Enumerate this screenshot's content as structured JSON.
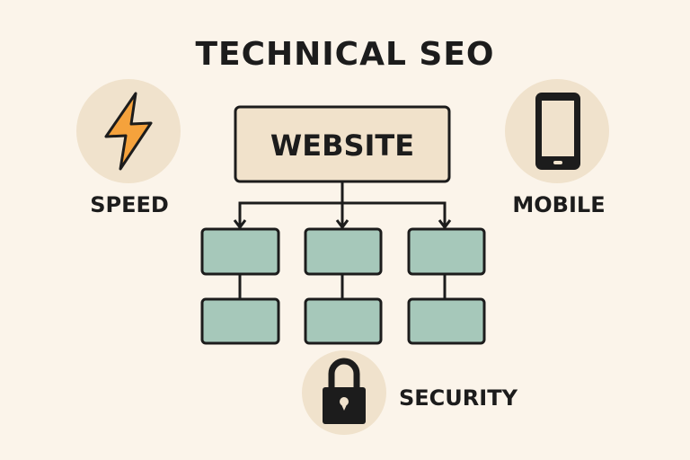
{
  "title": "TECHNICAL SEO",
  "root": {
    "label": "WEBSITE"
  },
  "features": {
    "speed": {
      "label": "SPEED",
      "icon": "lightning-bolt-icon"
    },
    "mobile": {
      "label": "MOBILE",
      "icon": "smartphone-icon"
    },
    "security": {
      "label": "SECURITY",
      "icon": "padlock-icon"
    }
  },
  "colors": {
    "background": "#fbf4ea",
    "circle": "#f0e2cc",
    "root_fill": "#f1e2cb",
    "child_fill": "#a6c8ba",
    "bolt": "#f5a23c",
    "stroke": "#1c1c1c"
  }
}
